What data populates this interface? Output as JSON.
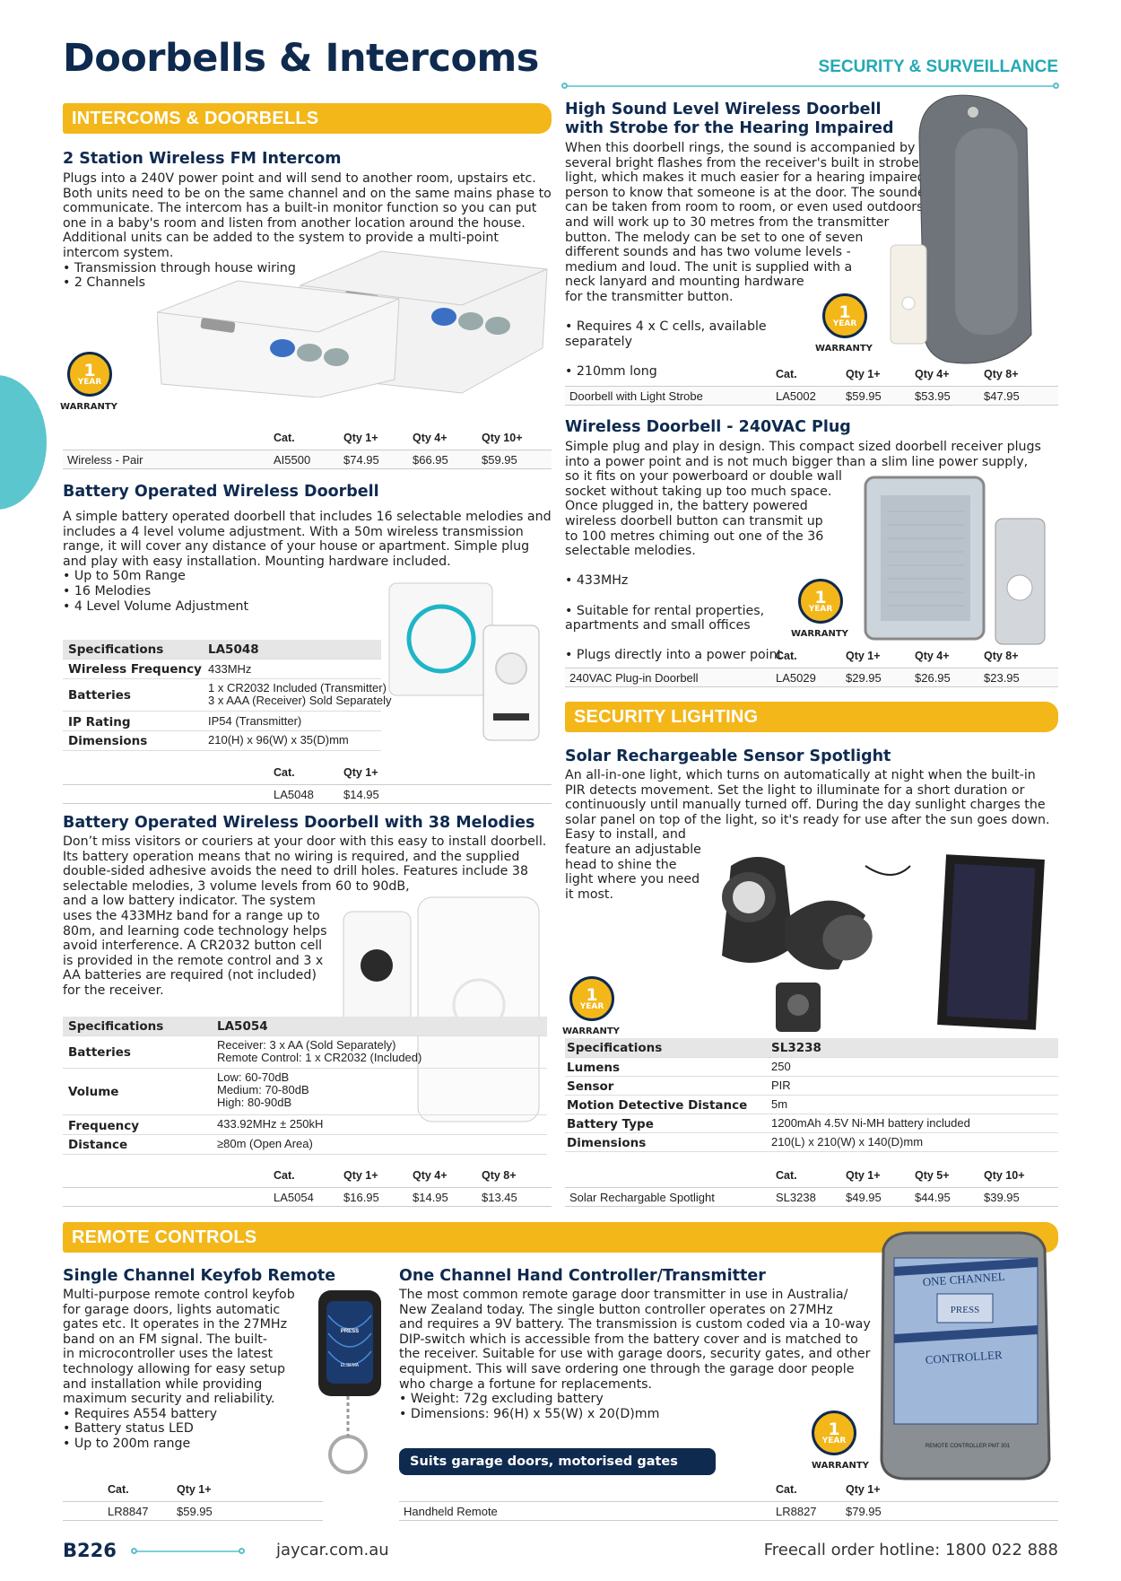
{
  "page": {
    "title": "Doorbells & Intercoms",
    "section": "SECURITY & SURVEILLANCE",
    "page_number": "B226",
    "website": "jaycar.com.au",
    "hotline": "Freecall order hotline: 1800 022 888"
  },
  "colors": {
    "accent": "#f3b71a",
    "navy": "#0f2a4f",
    "teal": "#23a9b5"
  },
  "warranty": {
    "number": "1",
    "year": "YEAR",
    "label": "WARRANTY"
  },
  "banners": {
    "intercoms": "INTERCOMS & DOORBELLS",
    "lighting": "SECURITY LIGHTING",
    "remotes": "REMOTE CONTROLS"
  },
  "intercom": {
    "title": "2 Station Wireless FM Intercom",
    "desc": "Plugs into a 240V power point and will send to another room, upstairs etc. Both units need to be on the same channel and on the same mains phase to communicate. The intercom has a built-in monitor function so you can put one in a baby's room and listen from another location around the house. Additional units can be added to the system to provide a multi-point intercom system.",
    "bullets": [
      "Transmission through house wiring",
      "2 Channels"
    ],
    "table": {
      "h_cat": "Cat.",
      "h_q1": "Qty 1+",
      "h_q2": "Qty 4+",
      "h_q3": "Qty 10+",
      "name": "Wireless - Pair",
      "cat": "AI5500",
      "p1": "$74.95",
      "p2": "$66.95",
      "p3": "$59.95"
    }
  },
  "battery": {
    "title": "Battery Operated Wireless Doorbell",
    "desc": "A simple battery operated doorbell that includes 16 selectable melodies and includes a 4 level volume adjustment. With a 50m wireless transmission range, it will cover any distance of your house or apartment. Simple plug and play with easy installation. Mounting hardware included.",
    "bullets": [
      "Up to 50m Range",
      "16 Melodies",
      "4 Level Volume Adjustment"
    ],
    "spec_head": "Specifications",
    "spec_code": "LA5048",
    "specs": [
      {
        "k": "Wireless Frequency",
        "v": "433MHz"
      },
      {
        "k": "Batteries",
        "v": "1 x CR2032 Included (Transmitter)\n3 x AAA (Receiver) Sold Separately"
      },
      {
        "k": "IP Rating",
        "v": "IP54 (Transmitter)"
      },
      {
        "k": "Dimensions",
        "v": "210(H) x 96(W) x 35(D)mm"
      }
    ],
    "table": {
      "h_cat": "Cat.",
      "h_q1": "Qty 1+",
      "cat": "LA5048",
      "p1": "$14.95"
    }
  },
  "melodies": {
    "title": "Battery Operated Wireless Doorbell with 38 Melodies",
    "desc": "Don’t miss visitors or couriers at your door with this easy to install doorbell. Its battery operation means that no wiring is required, and the supplied double-sided adhesive avoids the need to drill holes. Features include 38 selectable melodies, 3 volume levels from 60 to 90dB,\nand a low battery indicator. The system\nuses the 433MHz band for a range up to\n80m, and learning code technology helps\navoid interference. A CR2032 button cell\nis provided in the remote control and 3 x\nAA batteries are required (not included)\nfor the receiver.",
    "spec_head": "Specifications",
    "spec_code": "LA5054",
    "specs": [
      {
        "k": "Batteries",
        "v": "Receiver: 3 x AA (Sold Separately)\nRemote Control: 1 x CR2032 (Included)"
      },
      {
        "k": "Volume",
        "v": "Low: 60-70dB\nMedium: 70-80dB\nHigh: 80-90dB"
      },
      {
        "k": "Frequency",
        "v": "433.92MHz ± 250kH"
      },
      {
        "k": "Distance",
        "v": "≥80m (Open Area)"
      }
    ],
    "table": {
      "h_cat": "Cat.",
      "h_q1": "Qty 1+",
      "h_q2": "Qty 4+",
      "h_q3": "Qty 8+",
      "cat": "LA5054",
      "p1": "$16.95",
      "p2": "$14.95",
      "p3": "$13.45"
    }
  },
  "strobe": {
    "title": "High Sound Level Wireless Doorbell\nwith Strobe for the Hearing Impaired",
    "desc": "When this doorbell rings, the sound is accompanied by\nseveral bright flashes from the receiver's built in strobe\nlight, which makes it much easier for a hearing impaired\nperson to know that someone is at the door. The sounder\ncan be taken from room to room, or even used outdoors\nand will work up to 30 metres from the transmitter\nbutton. The melody can be set to one of seven\ndifferent sounds and has two volume levels -\nmedium and loud. The unit is supplied with a\nneck lanyard and mounting hardware\nfor the transmitter button.",
    "bullets": [
      "Requires 4 x C cells, available\n  separately",
      "210mm long"
    ],
    "table": {
      "h_cat": "Cat.",
      "h_q1": "Qty 1+",
      "h_q2": "Qty 4+",
      "h_q3": "Qty 8+",
      "name": "Doorbell with Light Strobe",
      "cat": "LA5002",
      "p1": "$59.95",
      "p2": "$53.95",
      "p3": "$47.95"
    }
  },
  "plug": {
    "title": "Wireless Doorbell - 240VAC Plug",
    "desc": "Simple plug and play in design. This compact sized doorbell receiver plugs\ninto a power point and is not much bigger than a slim line power supply,\nso it fits on your powerboard or double wall\nsocket without taking up too much space.\nOnce plugged in, the battery powered\nwireless doorbell button can transmit up\nto 100 metres chiming out one of the 36\nselectable melodies.",
    "bullets": [
      "433MHz",
      "Suitable for rental properties,\n  apartments and small offices",
      "Plugs directly into a power point"
    ],
    "table": {
      "h_cat": "Cat.",
      "h_q1": "Qty 1+",
      "h_q2": "Qty 4+",
      "h_q3": "Qty 8+",
      "name": "240VAC Plug-in Doorbell",
      "cat": "LA5029",
      "p1": "$29.95",
      "p2": "$26.95",
      "p3": "$23.95"
    }
  },
  "spotlight": {
    "title": "Solar Rechargeable Sensor Spotlight",
    "desc": "An all-in-one light, which turns on automatically at night when the built-in\nPIR detects movement. Set the light to illuminate for a short duration or\ncontinuously until manually turned off. During the day sunlight charges the\nsolar panel on top of the light, so it's ready for use after the sun goes down.\nEasy to install, and\nfeature an adjustable\nhead to shine the\nlight where you need\nit most.",
    "spec_head": "Specifications",
    "spec_code": "SL3238",
    "specs": [
      {
        "k": "Lumens",
        "v": "250"
      },
      {
        "k": "Sensor",
        "v": "PIR"
      },
      {
        "k": "Motion Detective Distance",
        "v": "5m"
      },
      {
        "k": "Battery Type",
        "v": "1200mAh 4.5V Ni-MH battery included"
      },
      {
        "k": "Dimensions",
        "v": "210(L) x 210(W) x 140(D)mm"
      }
    ],
    "table": {
      "h_cat": "Cat.",
      "h_q1": "Qty 1+",
      "h_q2": "Qty 5+",
      "h_q3": "Qty 10+",
      "name": "Solar Rechargable Spotlight",
      "cat": "SL3238",
      "p1": "$49.95",
      "p2": "$44.95",
      "p3": "$39.95"
    }
  },
  "keyfob": {
    "title": "Single Channel Keyfob Remote",
    "desc": "Multi-purpose remote control keyfob\nfor garage doors, lights automatic\ngates etc. It operates in the 27MHz\nband on an FM signal. The built-\nin microcontroller uses the latest\ntechnology allowing for easy setup\nand installation while providing\nmaximum security and reliability.",
    "bullets": [
      "Requires A554 battery",
      "Battery status LED",
      "Up to 200m range"
    ],
    "fob_press": "PRESS",
    "fob_brand": "ELSEMA",
    "table": {
      "h_cat": "Cat.",
      "h_q1": "Qty 1+",
      "cat": "LR8847",
      "p1": "$59.95"
    }
  },
  "handheld": {
    "title": "One Channel Hand Controller/Transmitter",
    "desc": "The most common remote garage door transmitter in use in Australia/\nNew Zealand today. The single button controller operates on 27MHz\nand requires a 9V battery. The transmission is custom coded via a 10-way\nDIP-switch which is accessible from the battery cover and is matched to\nthe receiver. Suitable for use with garage doors, security gates, and other\nequipment. This will save ordering one through the garage door people\nwho charge a fortune for replacements.",
    "bullets": [
      "Weight: 72g excluding battery",
      "Dimensions: 96(H) x 55(W) x 20(D)mm"
    ],
    "pill": "Suits garage doors, motorised gates etc.",
    "ctrl_line1": "ONE CHANNEL",
    "ctrl_press": "PRESS",
    "ctrl_line2": "CONTROLLER",
    "ctrl_model": "REMOTE CONTROLLER PMT 301",
    "table": {
      "h_cat": "Cat.",
      "h_q1": "Qty 1+",
      "name": "Handheld Remote",
      "cat": "LR8827",
      "p1": "$79.95"
    }
  }
}
